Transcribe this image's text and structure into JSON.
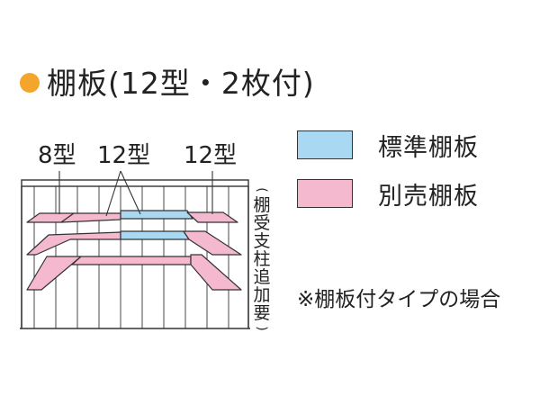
{
  "title": {
    "text": "棚板(12型・2枚付)",
    "dot_color": "#f4a52c"
  },
  "legend": [
    {
      "label": "標準棚板",
      "color": "#a9d8f2"
    },
    {
      "label": "別売棚板",
      "color": "#f4b8cf"
    }
  ],
  "type_labels": [
    "8型",
    "12型",
    "12型"
  ],
  "side_note": {
    "chars": [
      "棚",
      "受",
      "支",
      "柱",
      "追",
      "加",
      "要"
    ]
  },
  "footnote": "※棚板付タイプの場合",
  "colors": {
    "line": "#333333",
    "standard_shelf": "#a9d8f2",
    "optional_shelf": "#f4b8cf"
  }
}
